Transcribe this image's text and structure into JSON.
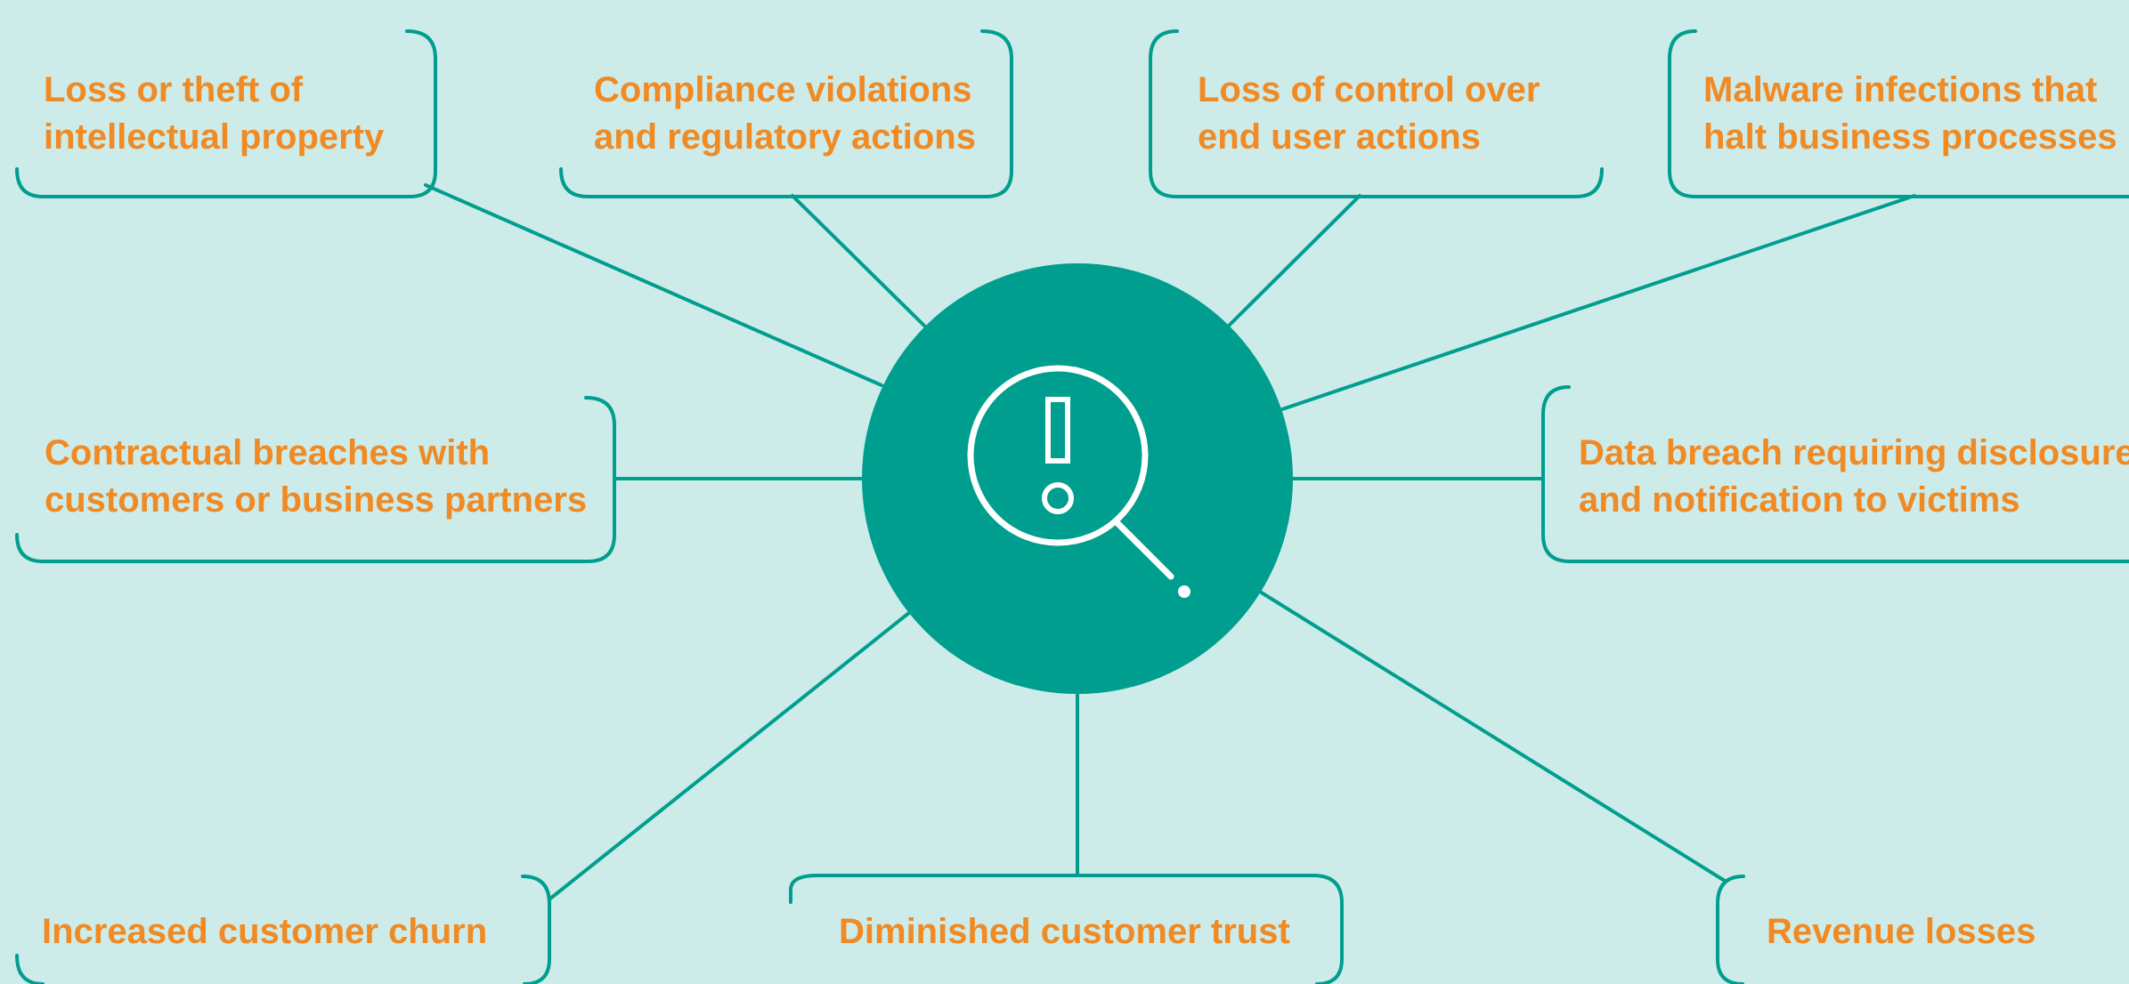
{
  "colors": {
    "background": "#cdece9",
    "accent": "#009e8e",
    "text": "#f08a24",
    "icon": "#ffffff"
  },
  "center": {
    "icon": "magnifier-exclamation-icon"
  },
  "nodes": [
    {
      "id": "ip-theft",
      "lines": [
        "Loss or theft of",
        "intellectual property"
      ]
    },
    {
      "id": "compliance",
      "lines": [
        "Compliance violations",
        "and regulatory actions"
      ]
    },
    {
      "id": "control-loss",
      "lines": [
        "Loss of control over",
        "end user actions"
      ]
    },
    {
      "id": "malware",
      "lines": [
        "Malware infections that",
        "halt business processes"
      ]
    },
    {
      "id": "contract-breach",
      "lines": [
        "Contractual breaches with",
        "customers or business partners"
      ]
    },
    {
      "id": "data-breach",
      "lines": [
        "Data breach requiring disclosure",
        "and notification to victims"
      ]
    },
    {
      "id": "churn",
      "lines": [
        "Increased customer churn"
      ]
    },
    {
      "id": "trust",
      "lines": [
        "Diminished customer trust"
      ]
    },
    {
      "id": "revenue",
      "lines": [
        "Revenue losses"
      ]
    }
  ]
}
